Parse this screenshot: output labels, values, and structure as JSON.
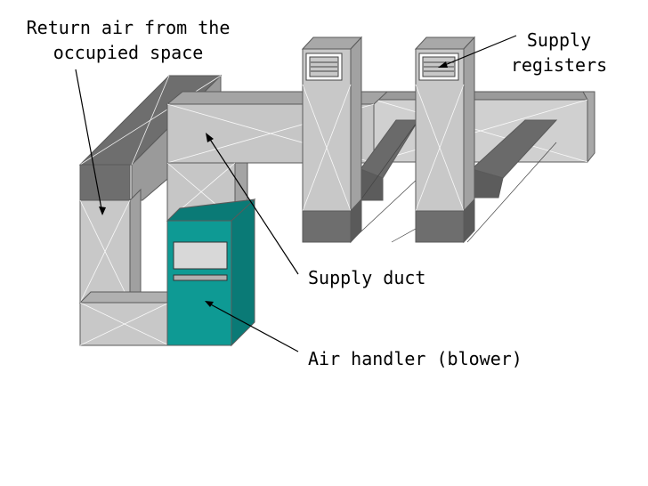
{
  "labels": {
    "return_air": [
      "Return air from the",
      "occupied space"
    ],
    "supply_registers": [
      "Supply",
      "registers"
    ],
    "supply_duct": "Supply duct",
    "air_handler": "Air handler (blower)"
  },
  "colors": {
    "duct_light": "#c8c8c8",
    "duct_mid": "#b4b4b4",
    "duct_dark": "#6e6e6e",
    "duct_bottom": "#8a8a8a",
    "handler_front": "#0e9a94",
    "handler_side": "#0a7a76",
    "handler_panel": "#d8d8d8"
  }
}
